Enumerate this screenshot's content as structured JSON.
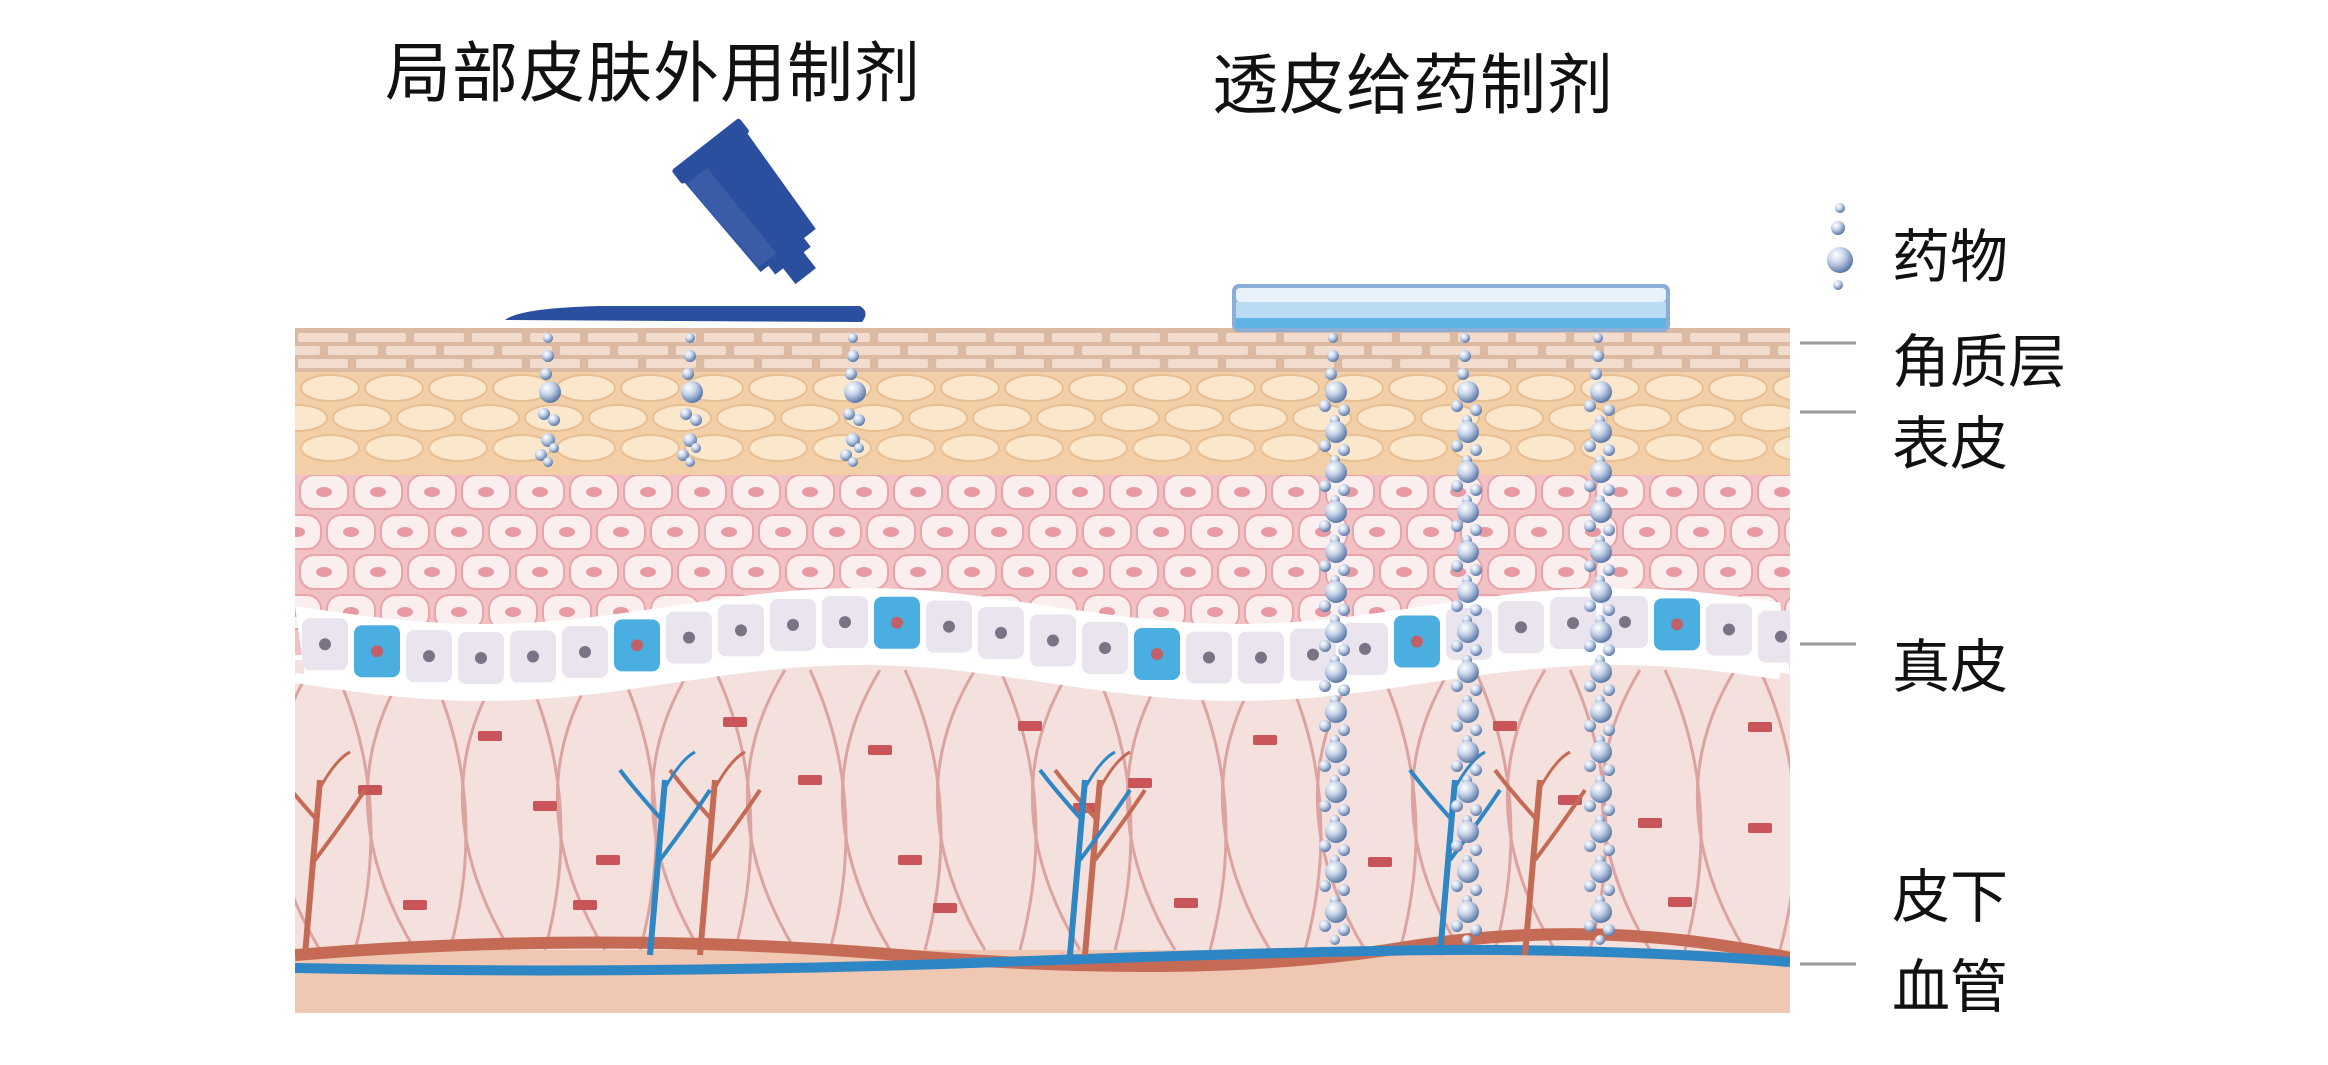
{
  "headings": {
    "topical": "局部皮肤外用制剂",
    "transdermal": "透皮给药制剂"
  },
  "legend": {
    "drug": "药物",
    "drug_icon": "drug-particle-icon"
  },
  "layer_labels": {
    "stratum_corneum": "角质层",
    "epidermis": "表皮",
    "dermis": "真皮",
    "subcutaneous_line1": "皮下",
    "vessel_line2": "血管"
  },
  "colors": {
    "stratum_corneum": "#dcb9a2",
    "epidermis_upper": "#f3cfa8",
    "epidermis_lower": "#f1c1c4",
    "basal_cell": "#e9e4ee",
    "melanocyte": "#4aaee0",
    "dermis": "#f4e1dd",
    "fiber": "#dca3a0",
    "fiber_node": "#c9545a",
    "artery": "#c56b55",
    "vein": "#2f86c4",
    "subcutis": "#efc7b2",
    "tube": "#2a4f9f",
    "patch_top": "#cfe6f5",
    "patch_body": "#7fc3e8",
    "drug_particle": "#8ea6c9"
  }
}
